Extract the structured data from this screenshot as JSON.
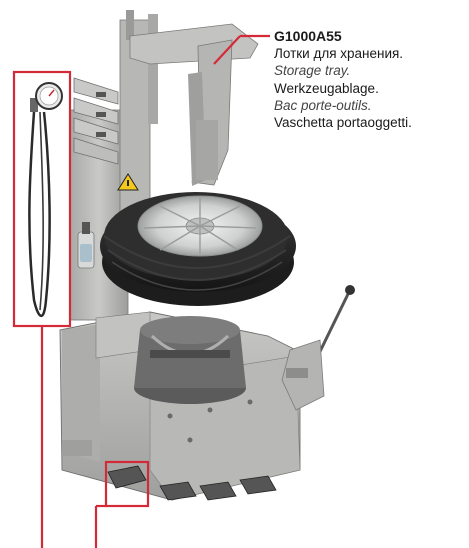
{
  "caption": {
    "code": "G1000A55",
    "lines": [
      {
        "text": "Лотки для хранения.",
        "italic": false
      },
      {
        "text": "Storage tray.",
        "italic": true
      },
      {
        "text": "Werkzeugablage.",
        "italic": false
      },
      {
        "text": "Bac porte-outils.",
        "italic": true
      },
      {
        "text": "Vaschetta portaoggetti.",
        "italic": false
      }
    ]
  },
  "colors": {
    "callout": "#d42a38",
    "body": "#b9b9b7",
    "body_dark": "#8e8f8d",
    "tire": "#2a2a2a",
    "rim": "#d7d8d8"
  },
  "icons": {
    "gauge": "pressure-gauge-icon",
    "warning": "warning-triangle-icon"
  }
}
